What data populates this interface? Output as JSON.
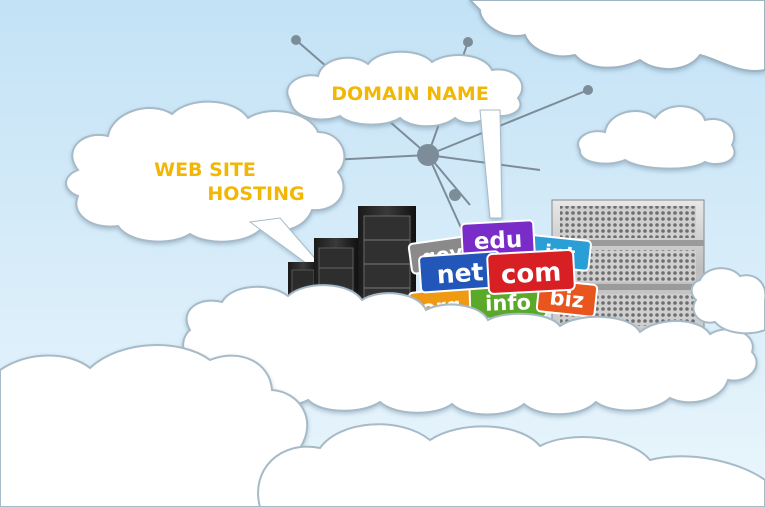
{
  "labels": {
    "web_site": "WEB SITE",
    "hosting": "HOSTING",
    "domain_name": "DOMAIN NAME"
  },
  "tld_signs": [
    "gov",
    "edu",
    "int",
    "net",
    "com",
    "org",
    "info",
    "biz"
  ],
  "colors": {
    "sky_top": "#c7e4f7",
    "sky_bottom": "#e9f5fc",
    "callout_text": "#f2b705",
    "network_line": "#7d8c99",
    "sign_gov": "#8a8a8a",
    "sign_edu": "#7a2cc9",
    "sign_int": "#2a9ed6",
    "sign_net": "#2256b8",
    "sign_com": "#d71f24",
    "sign_org": "#f09a13",
    "sign_info": "#5aa928",
    "sign_biz": "#e8561e"
  },
  "icons": [
    "cloud-icon",
    "server-rack-icon",
    "network-node-icon"
  ]
}
